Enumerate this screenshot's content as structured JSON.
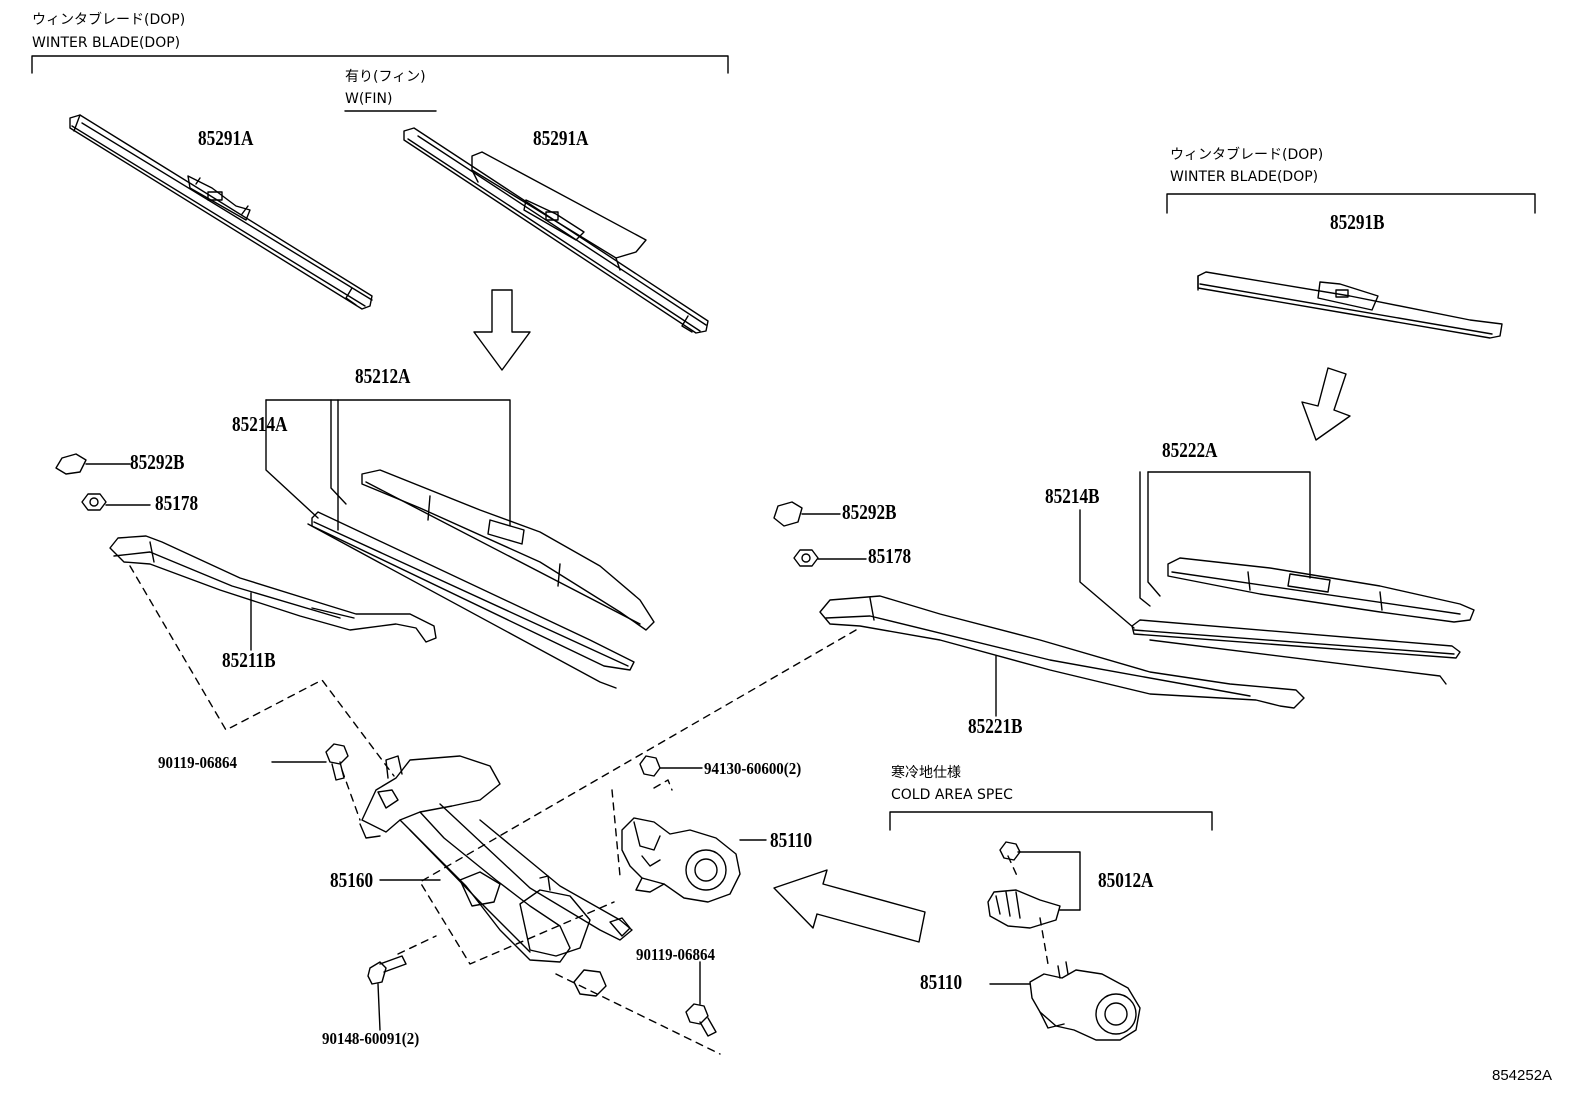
{
  "groups": {
    "winter_blade_front": {
      "jp": "ウィンタブレード(DOP)",
      "en": "WINTER BLADE(DOP)"
    },
    "with_fin": {
      "jp": "有り(フィン)",
      "en": "W(FIN)"
    },
    "winter_blade_rear": {
      "jp": "ウィンタブレード(DOP)",
      "en": "WINTER BLADE(DOP)"
    },
    "cold_area": {
      "jp": "寒冷地仕様",
      "en": "COLD AREA SPEC"
    }
  },
  "parts": {
    "blade_a_left": "85291A",
    "blade_a_right": "85291A",
    "blade_b": "85291B",
    "blade_assy_front": "85212A",
    "rubber_front": "85214A",
    "cap_left": "85292B",
    "nut_left": "85178",
    "arm_left": "85211B",
    "cap_right": "85292B",
    "nut_right": "85178",
    "arm_right": "85221B",
    "blade_assy_rear": "85222A",
    "rubber_rear": "85214B",
    "bolt_upper": "90119-06864",
    "nut_grommet": "94130-60600(2)",
    "motor_main": "85110",
    "link_assy": "85160",
    "bolt_lower": "90119-06864",
    "bolt_bottom": "90148-60091(2)",
    "motor_cold_kit": "85012A",
    "motor_cold": "85110"
  },
  "diagram_code": "854252A",
  "colors": {
    "line": "#000000",
    "background": "#ffffff"
  }
}
